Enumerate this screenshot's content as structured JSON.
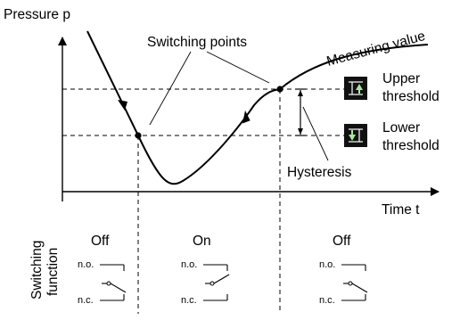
{
  "axes": {
    "y_label": "Pressure p",
    "x_label": "Time t"
  },
  "annotations": {
    "switching_points": "Switching points",
    "measuring_value": "Measuring value",
    "hysteresis": "Hysteresis"
  },
  "thresholds": {
    "upper": [
      "Upper",
      "threshold"
    ],
    "lower": [
      "Lower",
      "threshold"
    ]
  },
  "switching_function": {
    "label": [
      "Switching",
      "function"
    ],
    "states": [
      "Off",
      "On",
      "Off"
    ],
    "contact_no": "n.o.",
    "contact_nc": "n.c."
  },
  "colors": {
    "line": "#000000",
    "icon_bg": "#111111",
    "icon_up_arrow": "#a8e6a0",
    "icon_down_arrow": "#a8e6a0"
  }
}
